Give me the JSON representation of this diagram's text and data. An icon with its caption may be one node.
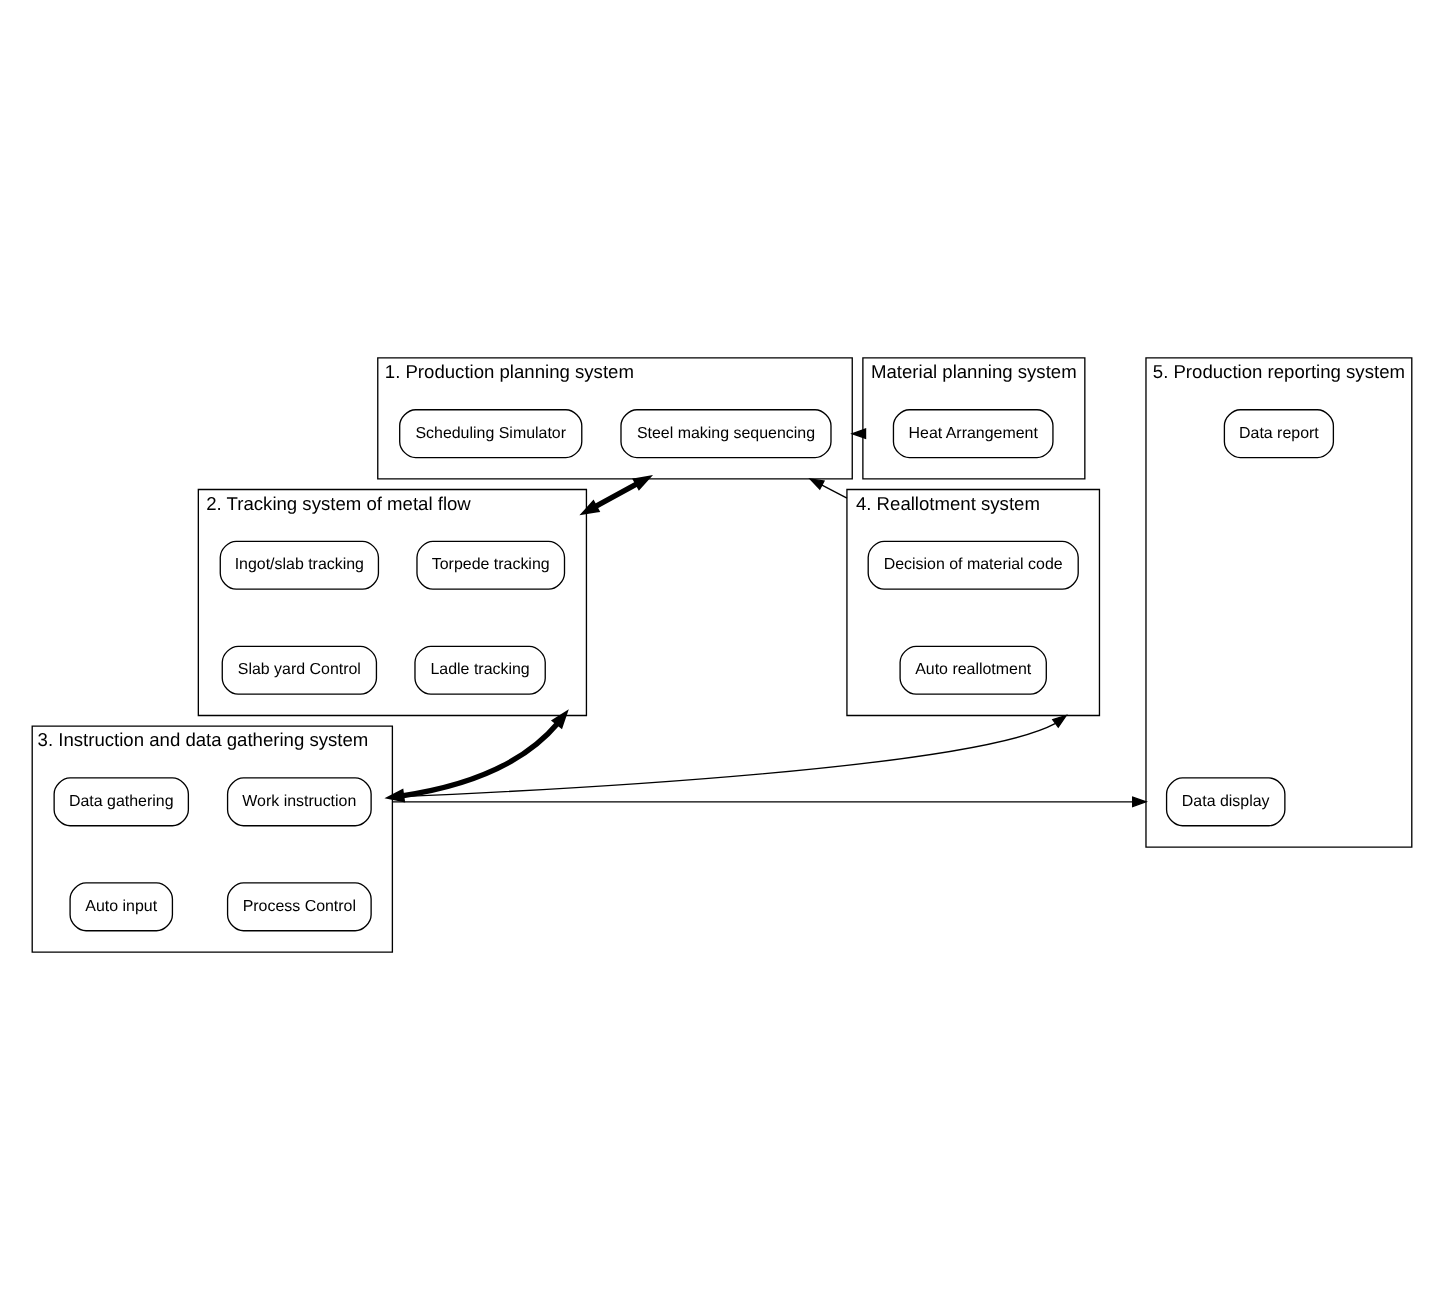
{
  "diagram": {
    "nodes": [
      {
        "text": [
          "1. Production planning system"
        ]
      },
      {
        "text": [
          "Steel making sequencing"
        ],
        "in": 0
      },
      {
        "text": [
          "Scheduling Simulator"
        ],
        "in": 0
      },
      {
        "text": [
          "Material planning system"
        ]
      },
      {
        "text": [
          "Heat Arrangement"
        ],
        "in": 3
      },
      {
        "text": [
          "2. Tracking system of metal flow"
        ]
      },
      {
        "text": [
          "Torpede tracking"
        ],
        "in": 5
      },
      {
        "text": [
          "Ingot/slab tracking"
        ],
        "in": 5
      },
      {
        "text": [
          "Ladle tracking"
        ],
        "in": 5
      },
      {
        "text": [
          "Slab yard Control"
        ],
        "in": 5
      },
      {
        "text": [
          "4. Reallotment system"
        ]
      },
      {
        "text": [
          "Decision of material code"
        ],
        "in": 10
      },
      {
        "text": [
          "Auto reallotment"
        ],
        "in": 10
      },
      {
        "text": [
          "3. Instruction and data gathering system"
        ]
      },
      {
        "text": [
          "Work instruction"
        ],
        "in": 13
      },
      {
        "text": [
          "Data gathering"
        ],
        "in": 13
      },
      {
        "text": [
          "Process Control"
        ],
        "in": 13
      },
      {
        "text": [
          "Auto input"
        ],
        "in": 13
      },
      {
        "text": [
          "5. Production reporting system"
        ]
      },
      {
        "text": [
          "Data display"
        ],
        "in": 18
      },
      {
        "text": [
          "Data report"
        ],
        "in": 18
      }
    ],
    "edges": [
      {
        "from": 3,
        "to": 0,
        "arrow": "to"
      },
      {
        "from": 10,
        "to": 0,
        "arrow": "to"
      },
      {
        "from": 0,
        "to": 5,
        "arrow": "both",
        "style": "thick"
      },
      {
        "from": 5,
        "to": 13,
        "arrow": "both",
        "style": "thick"
      },
      {
        "from": 13,
        "to": 10,
        "arrow": "to"
      },
      {
        "from": 13,
        "to": 18,
        "arrow": "to"
      }
    ]
  }
}
